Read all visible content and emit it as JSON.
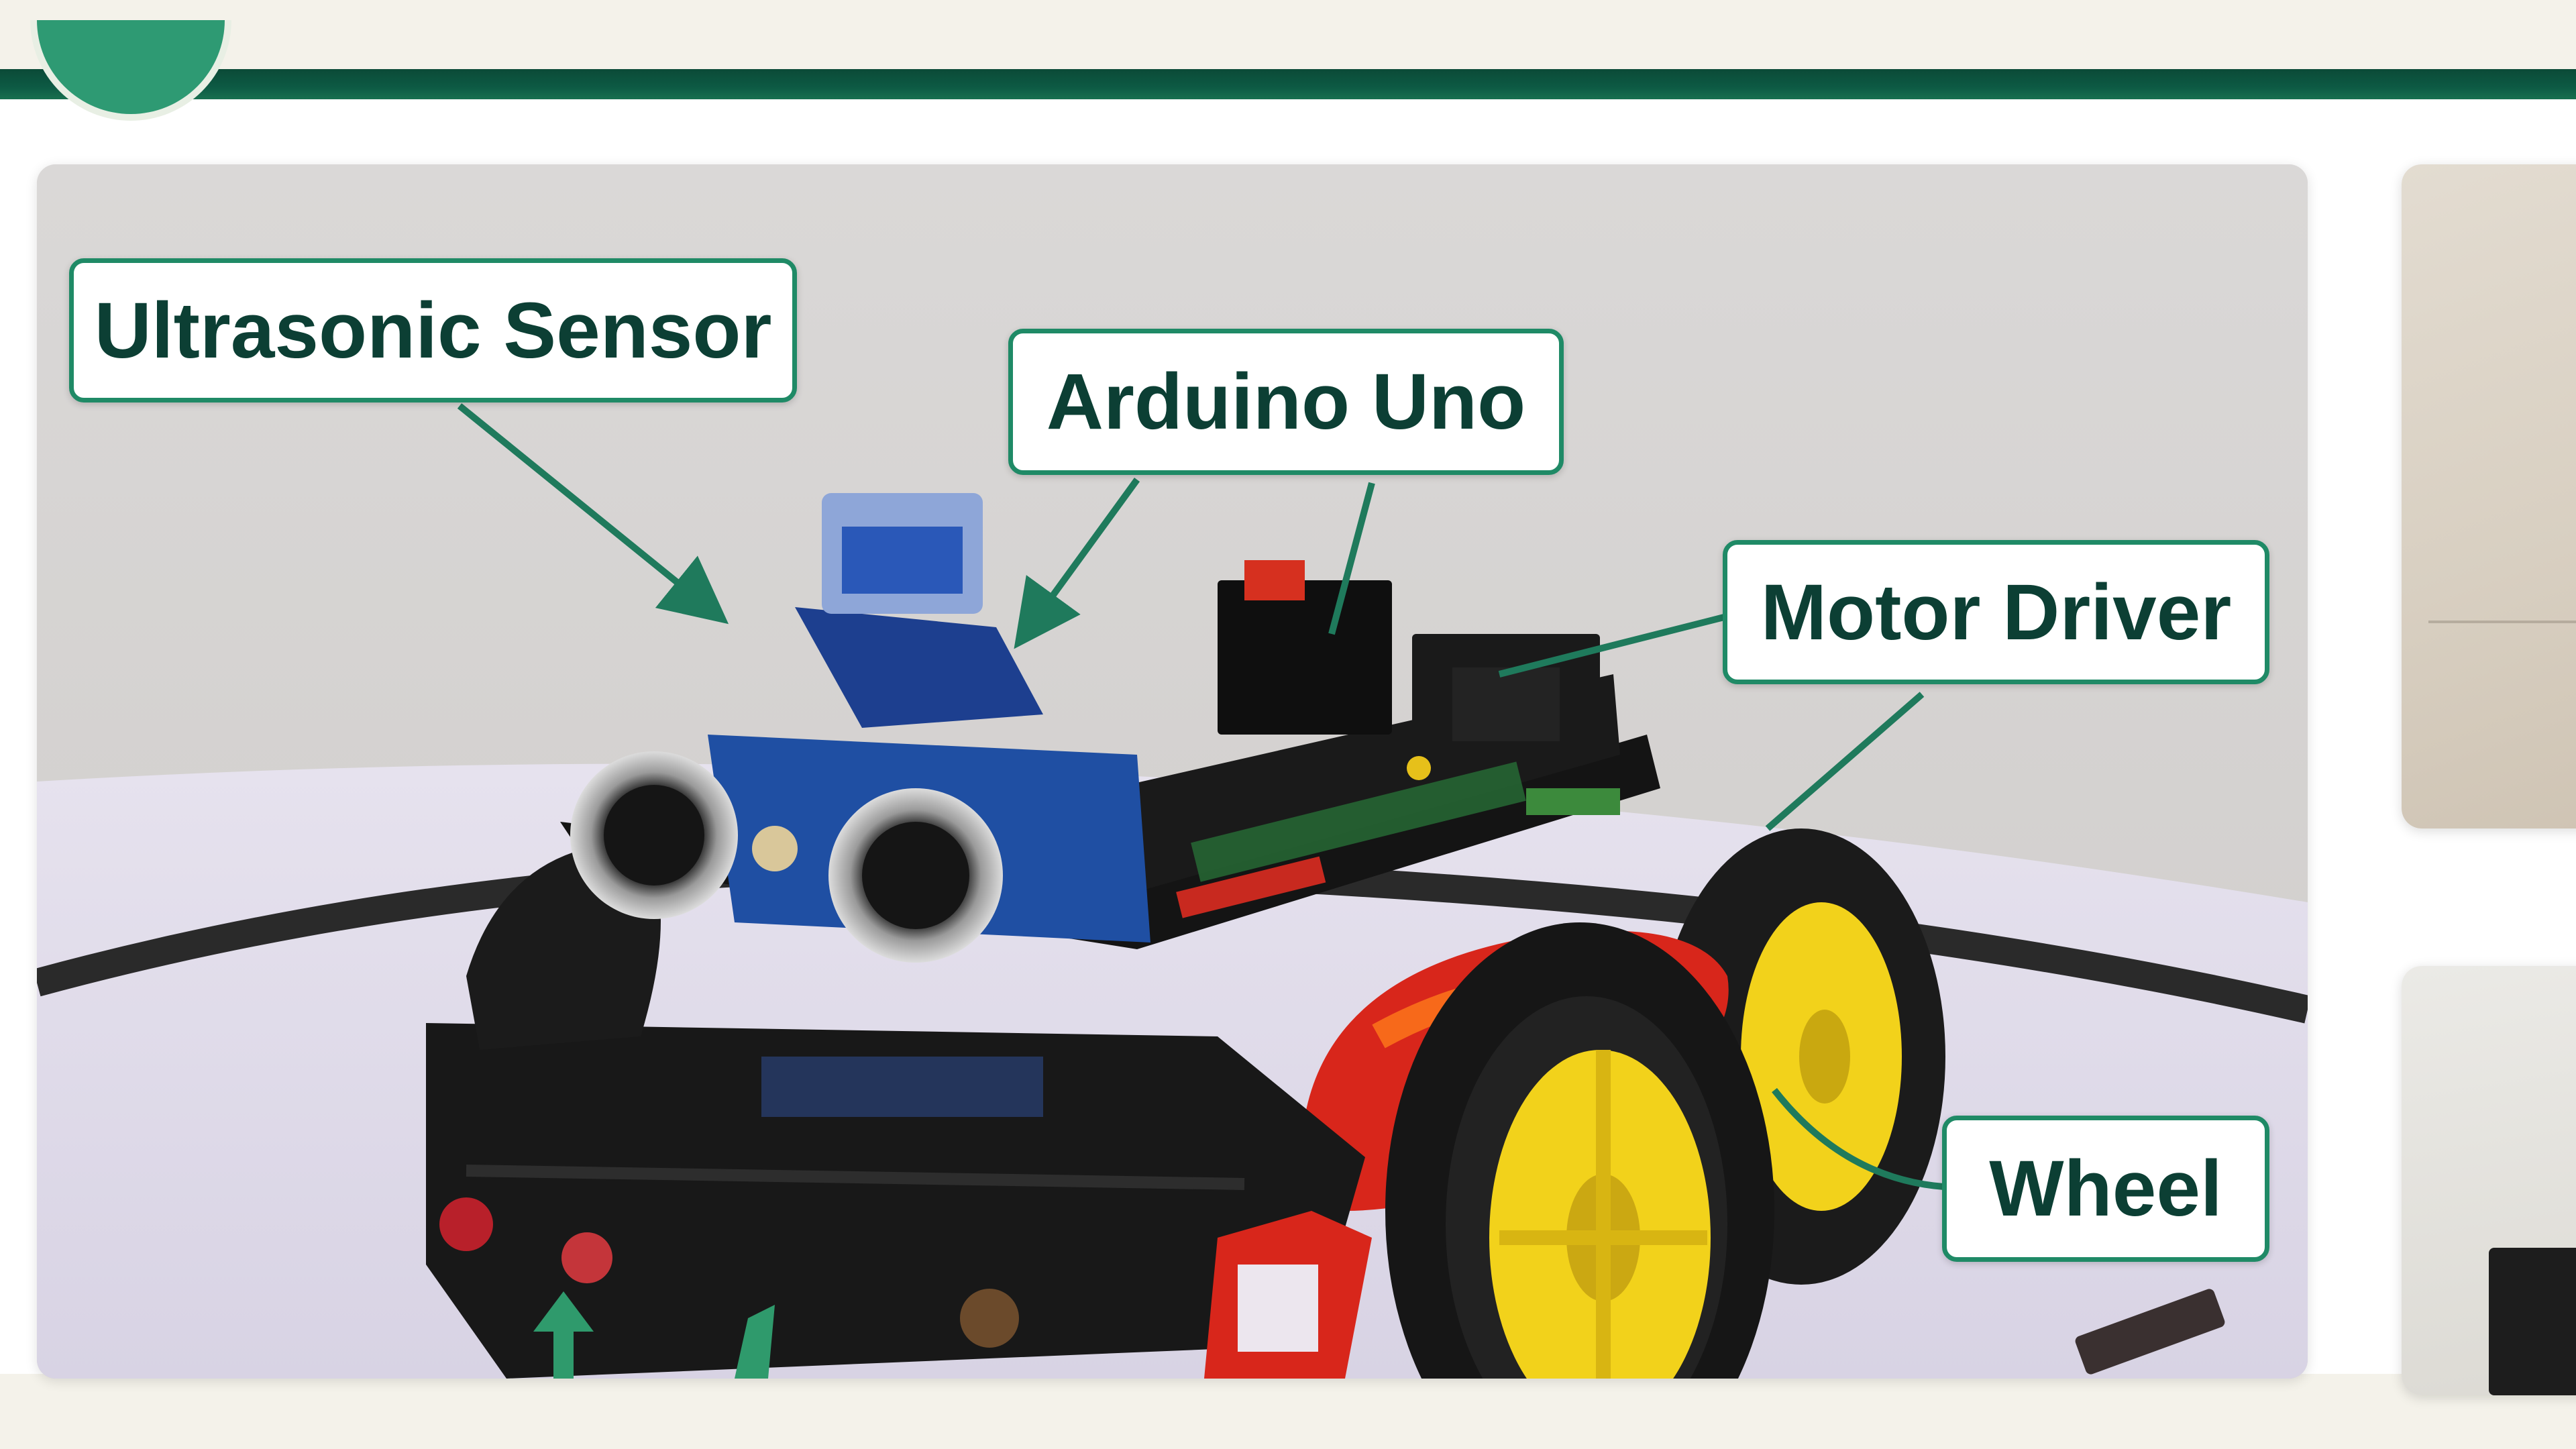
{
  "callouts": {
    "ultrasonic_sensor": "Ultrasonic Sensor",
    "arduino_uno": "Arduino Uno",
    "motor_driver": "Motor Driver",
    "wheel": "Wheel"
  },
  "colors": {
    "accent": "#1f8a66",
    "label_text": "#0c3f34",
    "header_band": "#0b4a37",
    "wheel_yellow": "#f2d21b",
    "chassis_red": "#d8261b"
  }
}
